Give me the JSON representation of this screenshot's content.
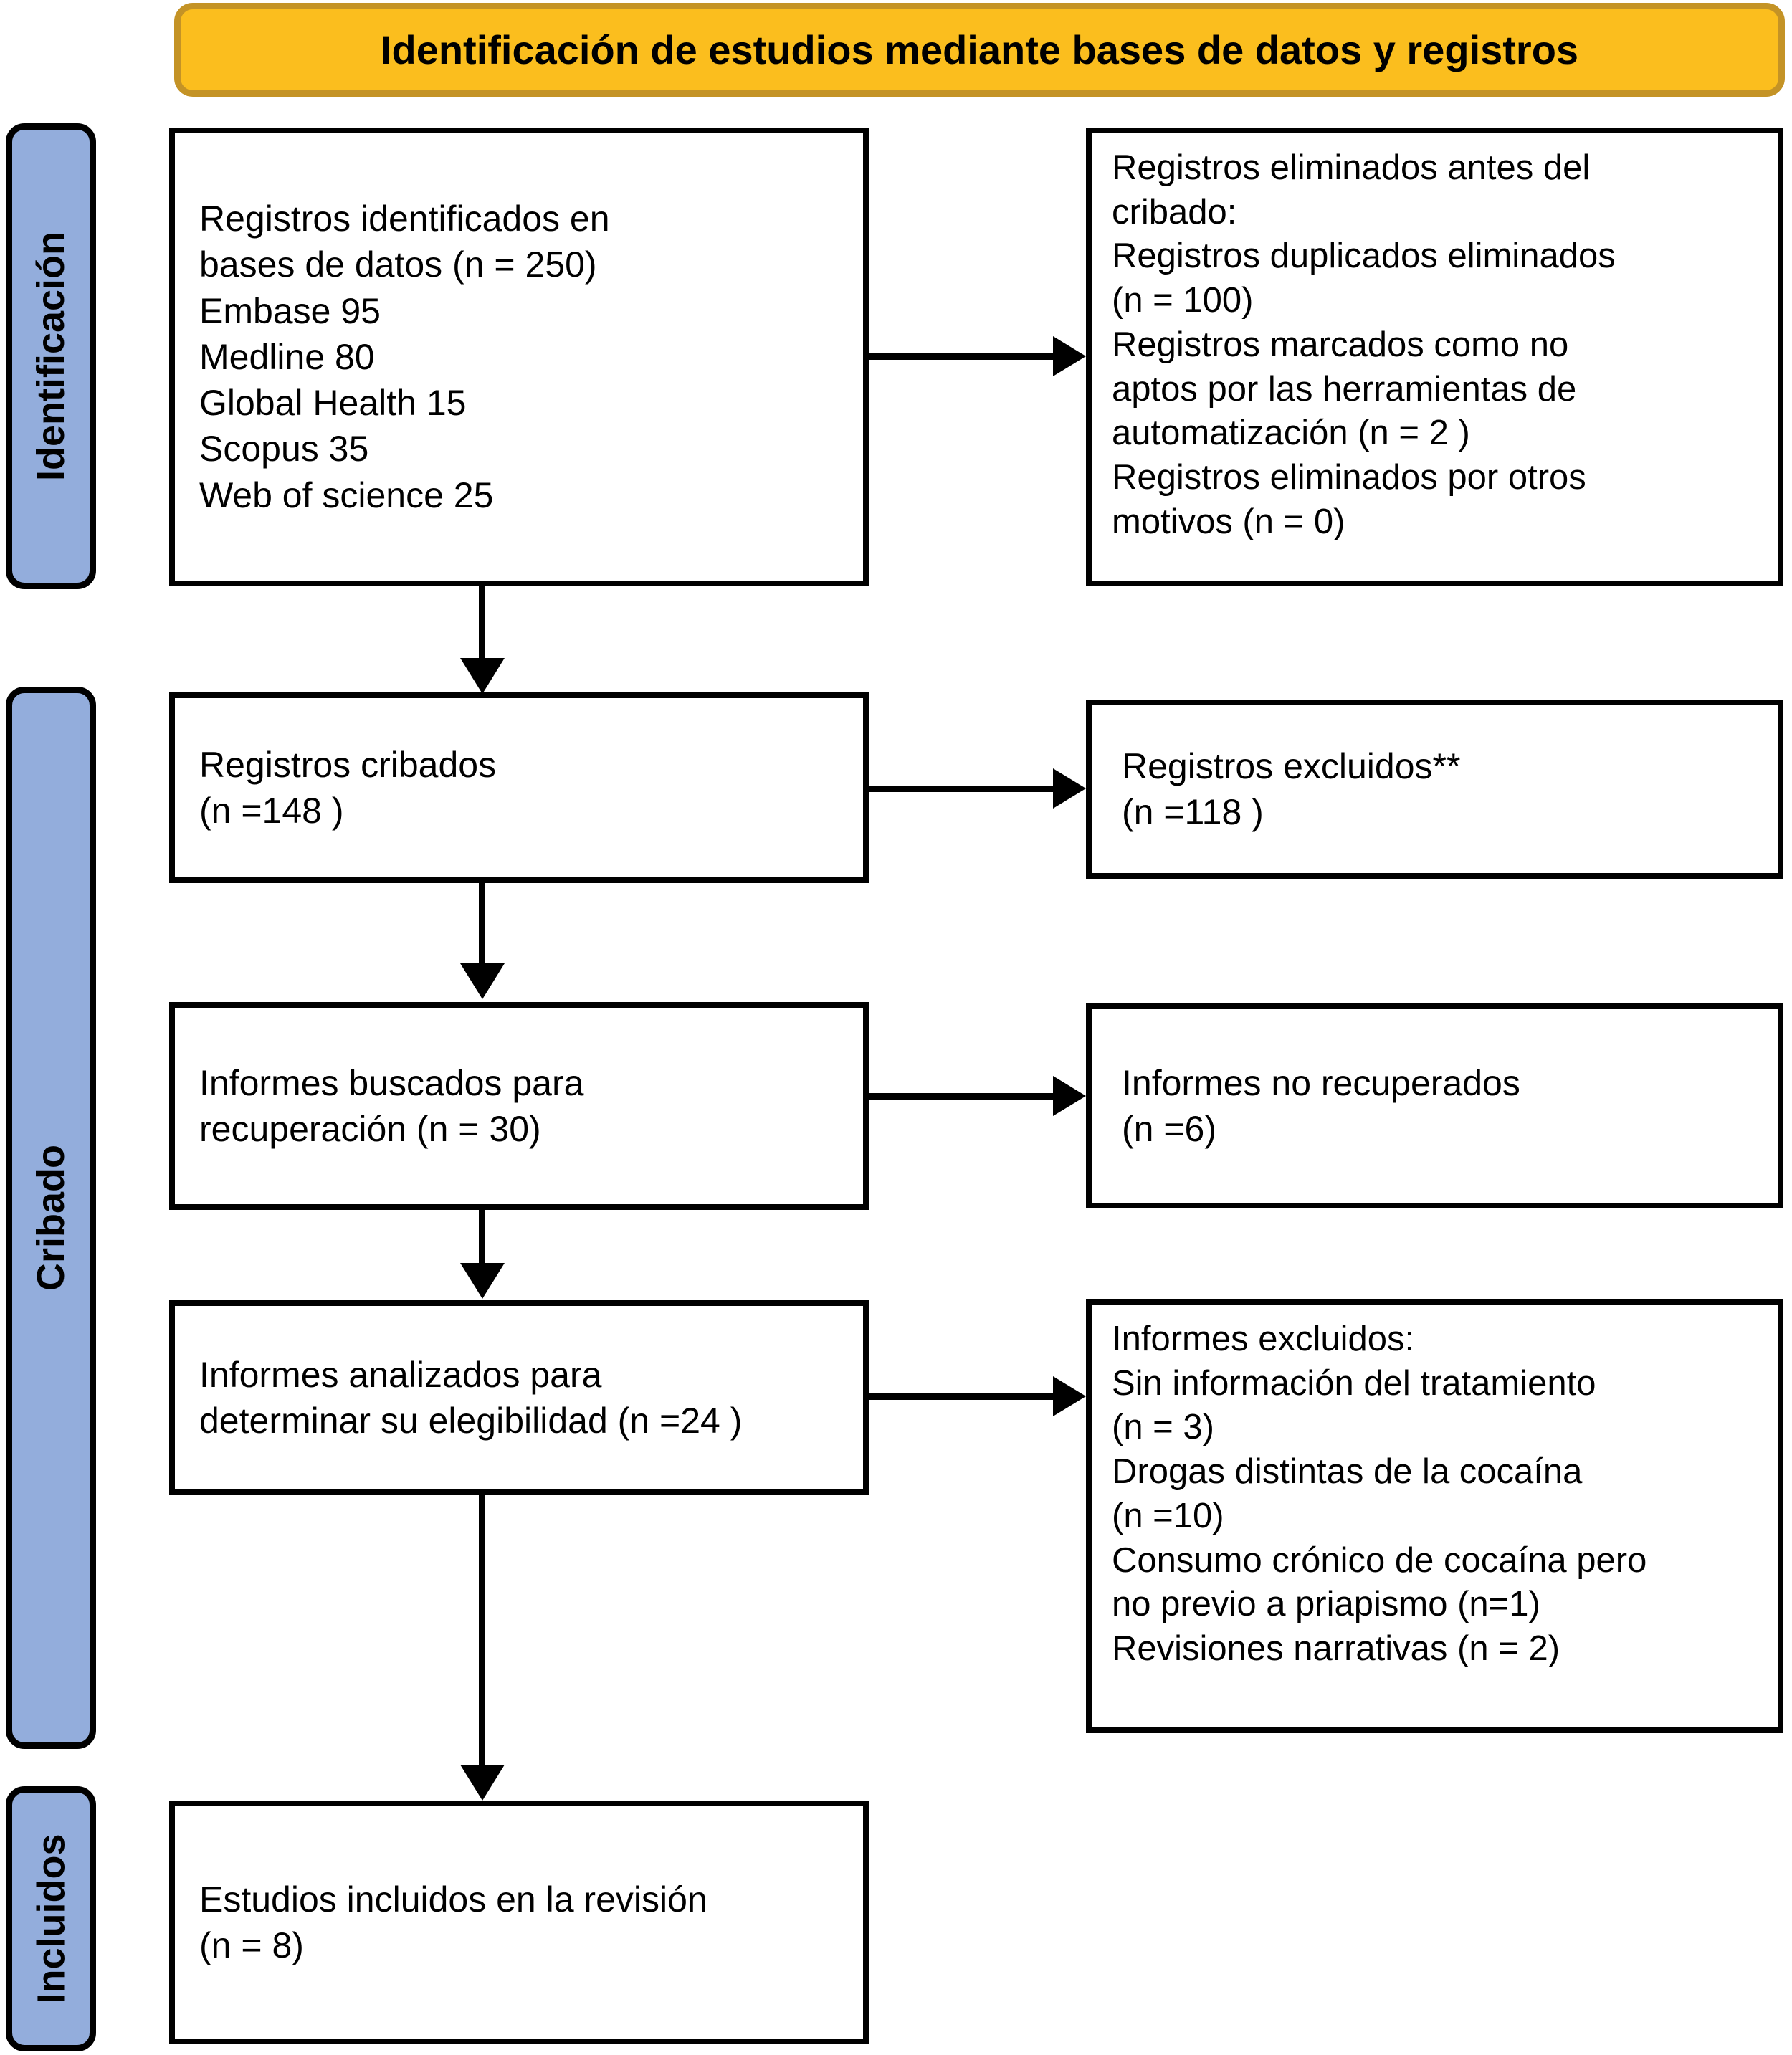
{
  "title": {
    "text": "Identificación de estudios mediante bases de datos y registros",
    "fill_color": "#FBBE1E",
    "border_color": "#C49326"
  },
  "stages": [
    {
      "id": "identification",
      "label": "Identificación",
      "color": "#93ADDC"
    },
    {
      "id": "screening",
      "label": "Cribado",
      "color": "#93ADDC"
    },
    {
      "id": "included",
      "label": "Incluidos",
      "color": "#93ADDC"
    }
  ],
  "boxes": {
    "identified": {
      "text": "Registros identificados en\nbases de datos (n = 250)\nEmbase 95\nMedline 80\nGlobal Health 15\nScopus 35\nWeb of science 25"
    },
    "removed": {
      "text": "Registros eliminados antes del\ncribado:\nRegistros duplicados eliminados\n(n = 100)\nRegistros marcados como no\naptos por las herramientas de\nautomatización (n = 2 )\nRegistros eliminados por otros\nmotivos (n = 0)"
    },
    "screened": {
      "text": "Registros cribados\n(n =148 )"
    },
    "excluded_records": {
      "text": "Registros excluidos**\n(n =118 )"
    },
    "sought": {
      "text": "Informes buscados para\nrecuperación (n = 30)"
    },
    "not_retrieved": {
      "text": "Informes no recuperados\n(n =6)"
    },
    "assessed": {
      "text": "Informes analizados para\ndeterminar su elegibilidad (n =24 )"
    },
    "excluded_reports": {
      "text": "Informes excluidos:\nSin información del tratamiento\n(n = 3)\nDrogas distintas de la cocaína\n(n =10)\nConsumo crónico de cocaína pero\nno previo a priapismo (n=1)\nRevisiones narrativas (n = 2)"
    },
    "included": {
      "text": "Estudios incluidos en la revisión\n(n = 8)"
    }
  },
  "chart_data": {
    "type": "flowchart",
    "title": "Identificación de estudios mediante bases de datos y registros",
    "stages": [
      "Identificación",
      "Cribado",
      "Incluidos"
    ],
    "nodes": [
      {
        "id": "identified",
        "stage": "Identificación",
        "label": "Registros identificados en bases de datos",
        "n": 250,
        "breakdown": [
          {
            "source": "Embase",
            "n": 95
          },
          {
            "source": "Medline",
            "n": 80
          },
          {
            "source": "Global Health",
            "n": 15
          },
          {
            "source": "Scopus",
            "n": 35
          },
          {
            "source": "Web of science",
            "n": 25
          }
        ]
      },
      {
        "id": "removed",
        "stage": "Identificación",
        "label": "Registros eliminados antes del cribado",
        "breakdown": [
          {
            "reason": "Registros duplicados eliminados",
            "n": 100
          },
          {
            "reason": "Registros marcados como no aptos por las herramientas de automatización",
            "n": 2
          },
          {
            "reason": "Registros eliminados por otros motivos",
            "n": 0
          }
        ]
      },
      {
        "id": "screened",
        "stage": "Cribado",
        "label": "Registros cribados",
        "n": 148
      },
      {
        "id": "excluded_records",
        "stage": "Cribado",
        "label": "Registros excluidos**",
        "n": 118
      },
      {
        "id": "sought",
        "stage": "Cribado",
        "label": "Informes buscados para recuperación",
        "n": 30
      },
      {
        "id": "not_retrieved",
        "stage": "Cribado",
        "label": "Informes no recuperados",
        "n": 6
      },
      {
        "id": "assessed",
        "stage": "Cribado",
        "label": "Informes analizados para determinar su elegibilidad",
        "n": 24
      },
      {
        "id": "excluded_reports",
        "stage": "Cribado",
        "label": "Informes excluidos",
        "breakdown": [
          {
            "reason": "Sin información del tratamiento",
            "n": 3
          },
          {
            "reason": "Drogas distintas de la cocaína",
            "n": 10
          },
          {
            "reason": "Consumo crónico de cocaína pero no previo a priapismo",
            "n": 1
          },
          {
            "reason": "Revisiones narrativas",
            "n": 2
          }
        ]
      },
      {
        "id": "included",
        "stage": "Incluidos",
        "label": "Estudios incluidos en la revisión",
        "n": 8
      }
    ],
    "edges": [
      {
        "from": "identified",
        "to": "removed",
        "direction": "right"
      },
      {
        "from": "identified",
        "to": "screened",
        "direction": "down"
      },
      {
        "from": "screened",
        "to": "excluded_records",
        "direction": "right"
      },
      {
        "from": "screened",
        "to": "sought",
        "direction": "down"
      },
      {
        "from": "sought",
        "to": "not_retrieved",
        "direction": "right"
      },
      {
        "from": "sought",
        "to": "assessed",
        "direction": "down"
      },
      {
        "from": "assessed",
        "to": "excluded_reports",
        "direction": "right"
      },
      {
        "from": "assessed",
        "to": "included",
        "direction": "down"
      }
    ]
  }
}
